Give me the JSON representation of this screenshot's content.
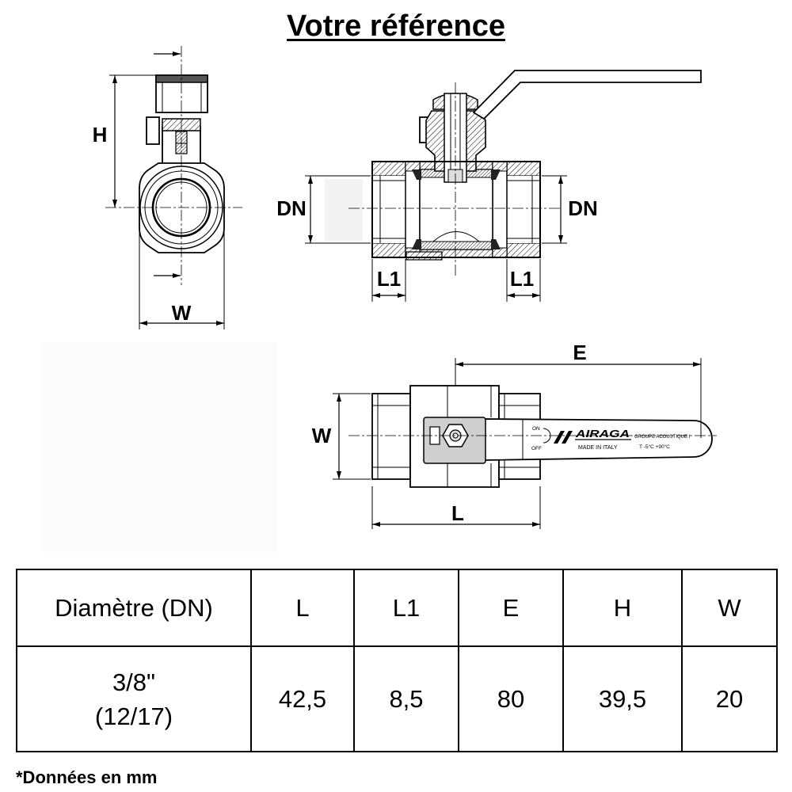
{
  "title": "Votre référence",
  "end_view": {
    "height_label": "H",
    "width_label": "W"
  },
  "section_view": {
    "dn_left_label": "DN",
    "dn_right_label": "DN",
    "l1_left_label": "L1",
    "l1_right_label": "L1"
  },
  "top_view": {
    "width_label": "W",
    "lever_length_label": "E",
    "length_label": "L",
    "handle": {
      "on_label": "ON",
      "off_label": "OFF",
      "brand": "AIRAGA",
      "origin": "MADE IN ITALY",
      "acoustic_group": "GROUPE ACOUSTIQUE I",
      "temperature_range": "T -5°C +90°C"
    }
  },
  "table": {
    "headers": [
      "Diamètre (DN)",
      "L",
      "L1",
      "E",
      "H",
      "W"
    ],
    "rows": [
      {
        "diameter": [
          "3/8\"",
          "(12/17)"
        ],
        "L": "42,5",
        "L1": "8,5",
        "E": "80",
        "H": "39,5",
        "W": "20"
      }
    ]
  },
  "footnote": "*Données en mm"
}
